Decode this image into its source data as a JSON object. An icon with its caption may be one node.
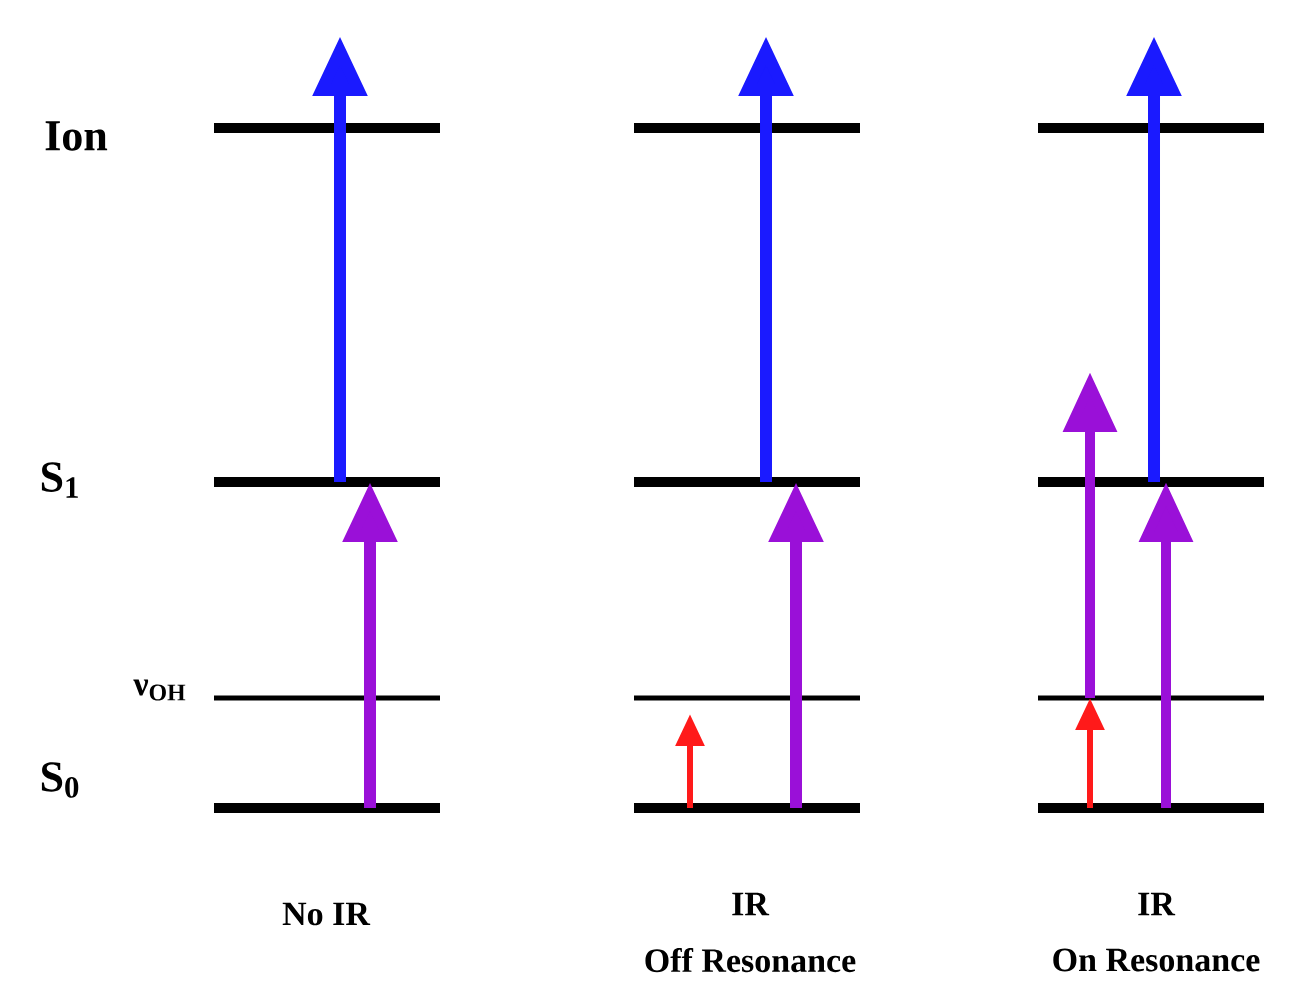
{
  "diagram": {
    "labels": [
      "Ion",
      "S$_{1}$",
      "ν$_{OH}$",
      "S$_{0}$",
      "No IR",
      "IR",
      "Off Resonance",
      "IR",
      "On Resonance"
    ]
  }
}
